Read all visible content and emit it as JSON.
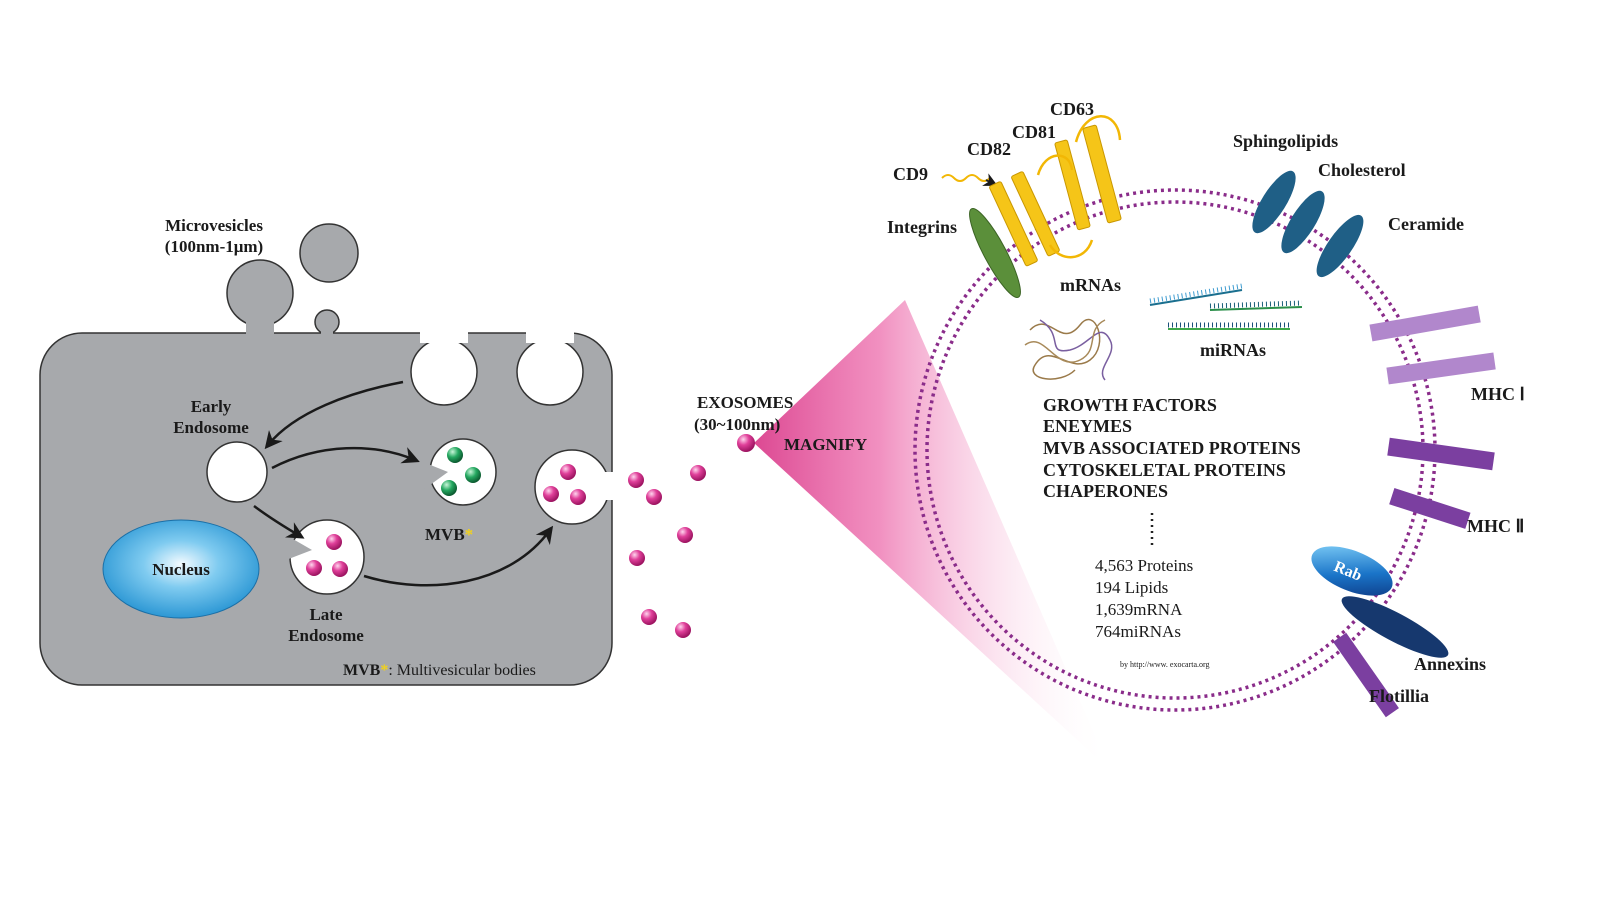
{
  "cell": {
    "microvesicles_label": "Microvesicles",
    "microvesicles_size": "(100nm-1μm)",
    "early_endosome_1": "Early",
    "early_endosome_2": "Endosome",
    "late_endosome_1": "Late",
    "late_endosome_2": "Endosome",
    "nucleus_label": "Nucleus",
    "mvb_label": "MVB",
    "mvb_star": "*",
    "legend_abbr": "MVB",
    "legend_star": "*",
    "legend_text": ": Multivesicular bodies"
  },
  "middle": {
    "exosomes_label": "EXOSOMES",
    "exosomes_size": "(30~100nm)",
    "magnify_label": "MAGNIFY"
  },
  "exosome": {
    "tetraspanins": [
      "CD63",
      "CD81",
      "CD82",
      "CD9"
    ],
    "integrins": "Integrins",
    "sphingolipids": "Sphingolipids",
    "cholesterol": "Cholesterol",
    "ceramide": "Ceramide",
    "mhc1": "MHC Ⅰ",
    "mhc2": "MHC Ⅱ",
    "rab": "Rab",
    "annexins": "Annexins",
    "flotillia": "Flotillia",
    "mrnas": "mRNAs",
    "mirnas": "miRNAs",
    "protein_classes": [
      "GROWTH FACTORS",
      "ENEYMES",
      "MVB ASSOCIATED PROTEINS",
      "CYTOSKELETAL PROTEINS",
      "CHAPERONES"
    ],
    "counts": [
      "4,563 Proteins",
      "194 Lipids",
      "1,639mRNA",
      "764miRNAs"
    ],
    "source": "by http://www. exocarta.org"
  },
  "colors": {
    "cell_gray": "#a7a9ac",
    "magenta": "#d6287f",
    "nucleus_blue": "#2ea3dc",
    "mvb_green": "#1f9a5a",
    "tetraspanin_yellow": "#f5c518",
    "integrin_green": "#5b8f3a",
    "lipid_blue": "#1f5f86",
    "mhc1_lilac": "#b187cc",
    "mhc2_purple": "#7b3fa0",
    "membrane_purple": "#8a2c8a"
  }
}
